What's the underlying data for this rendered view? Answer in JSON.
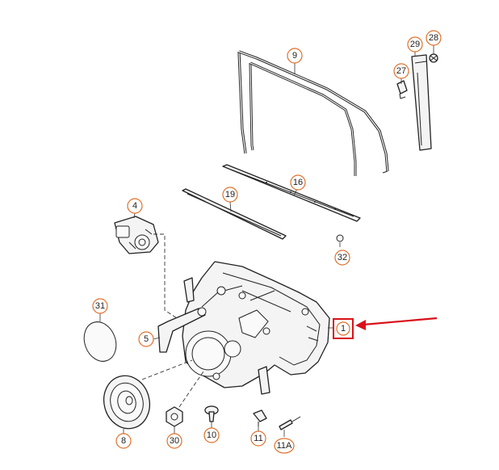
{
  "diagram": {
    "callouts": [
      {
        "id": "c1",
        "label": "1",
        "highlighted": true
      },
      {
        "id": "c4",
        "label": "4"
      },
      {
        "id": "c5",
        "label": "5"
      },
      {
        "id": "c8",
        "label": "8"
      },
      {
        "id": "c9",
        "label": "9"
      },
      {
        "id": "c10",
        "label": "10"
      },
      {
        "id": "c11",
        "label": "11"
      },
      {
        "id": "c11a",
        "label": "11A"
      },
      {
        "id": "c16",
        "label": "16"
      },
      {
        "id": "c19",
        "label": "19"
      },
      {
        "id": "c27",
        "label": "27"
      },
      {
        "id": "c28",
        "label": "28"
      },
      {
        "id": "c29",
        "label": "29"
      },
      {
        "id": "c30",
        "label": "30"
      },
      {
        "id": "c31",
        "label": "31"
      },
      {
        "id": "c32",
        "label": "32"
      }
    ],
    "colors": {
      "callout_stroke": "#e0702a",
      "highlight": "#d8111a",
      "line": "#222222"
    }
  }
}
